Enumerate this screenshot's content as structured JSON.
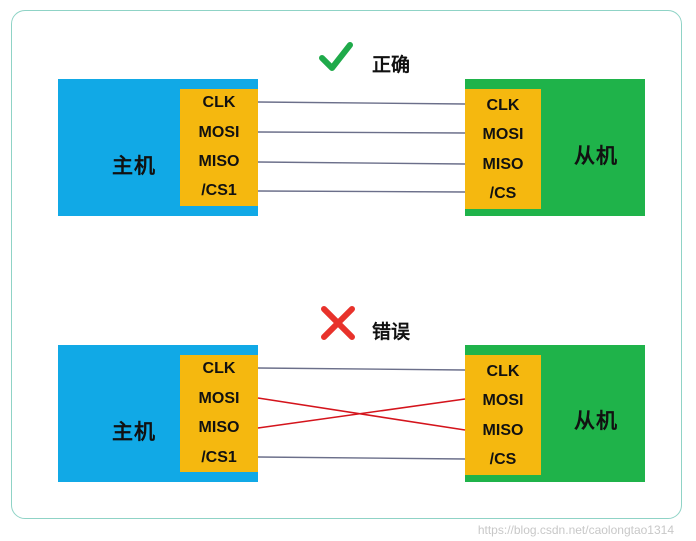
{
  "correct": {
    "heading": "正确",
    "master_label": "主机",
    "slave_label": "从机",
    "master_pins": [
      "CLK",
      "MOSI",
      "MISO",
      "/CS1"
    ],
    "slave_pins": [
      "CLK",
      "MOSI",
      "MISO",
      "/CS"
    ]
  },
  "wrong": {
    "heading": "错误",
    "master_label": "主机",
    "slave_label": "从机",
    "master_pins": [
      "CLK",
      "MOSI",
      "MISO",
      "/CS1"
    ],
    "slave_pins": [
      "CLK",
      "MOSI",
      "MISO",
      "/CS"
    ]
  },
  "watermark": "https://blog.csdn.net/caolongtao1314",
  "colors": {
    "master": "#11a9e6",
    "slave": "#1fb34a",
    "pins": "#f5b80f",
    "check": "#1faa4a",
    "cross": "#e8322b",
    "wire_ok": "#6b6f8a",
    "wire_wrong": "#d4141c"
  },
  "icons": [
    "check-icon",
    "cross-icon"
  ]
}
